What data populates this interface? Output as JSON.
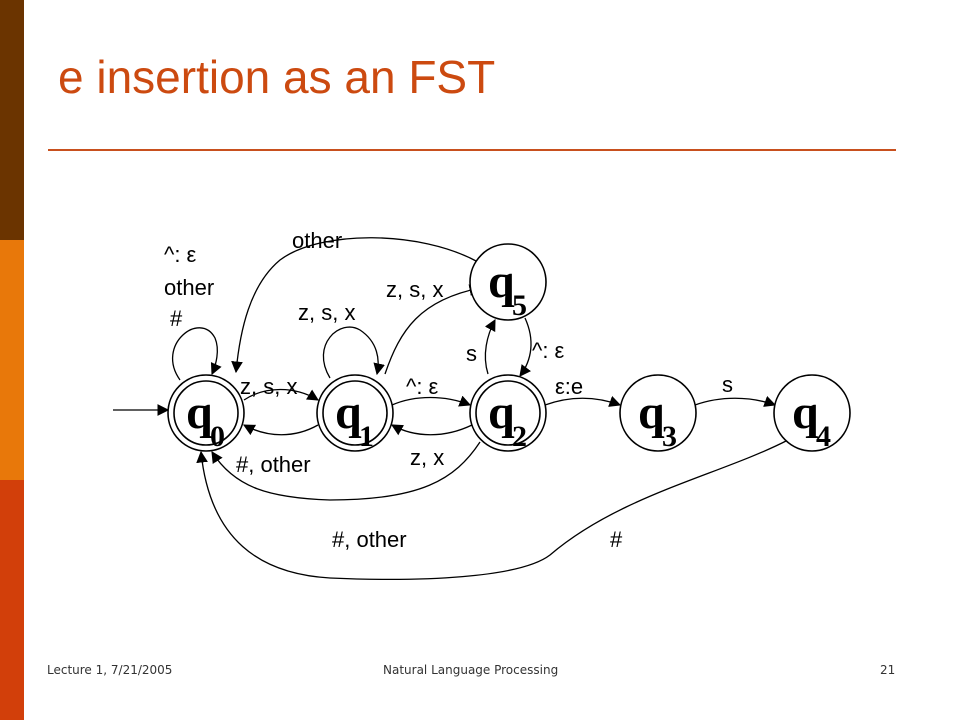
{
  "slide": {
    "title": "e insertion as an FST",
    "colors": {
      "title": "#cc4a10",
      "rule": "#c8501e",
      "bar_top": "#6b3400",
      "bar_mid": "#e8780a",
      "bar_bottom": "#d23f0a"
    }
  },
  "footer": {
    "left": "Lecture 1, 7/21/2005",
    "center": "Natural Language Processing",
    "right": "21"
  },
  "diagram": {
    "states": {
      "q0": {
        "letter": "q",
        "sub": "0",
        "final": true
      },
      "q1": {
        "letter": "q",
        "sub": "1",
        "final": true
      },
      "q2": {
        "letter": "q",
        "sub": "2",
        "final": true
      },
      "q3": {
        "letter": "q",
        "sub": "3",
        "final": false
      },
      "q4": {
        "letter": "q",
        "sub": "4",
        "final": false
      },
      "q5": {
        "letter": "q",
        "sub": "5",
        "final": false
      }
    },
    "edges": {
      "q0_loop_1": "^: ε",
      "q0_loop_2": "other",
      "q0_loop_3": "#",
      "q5_to_q0": "other",
      "q1_to_q5": "z, s, x",
      "q1_loop": "z, s, x",
      "q2_to_q5": "s",
      "q5_to_q2": "^: ε",
      "q0_to_q1": "z, s, x",
      "q1_to_q2": "^: ε",
      "q2_to_q3": "ε:e",
      "q3_to_q4": "s",
      "q1_to_q0": "#, other",
      "q2_to_q1": "z, x",
      "q2_to_q0": "#, other",
      "q4_to_q0": "#"
    }
  }
}
